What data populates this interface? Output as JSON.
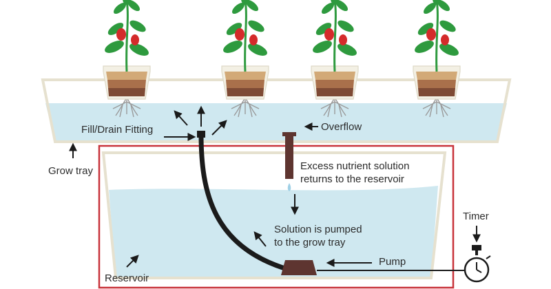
{
  "labels": {
    "fill_drain": "Fill/Drain Fitting",
    "overflow": "Overflow",
    "grow_tray": "Grow tray",
    "excess_line1": "Excess nutrient solution",
    "excess_line2": "returns to the reservoir",
    "timer": "Timer",
    "pumped_line1": "Solution is pumped",
    "pumped_line2": "to the grow tray",
    "pump": "Pump",
    "reservoir": "Reservoir"
  },
  "colors": {
    "water": "#cfe8f0",
    "tray_outline": "#e6e1cf",
    "reservoir_frame": "#c8333a",
    "pot": "#f3f0e4",
    "soil_light": "#d2a977",
    "soil_mid": "#a9704b",
    "soil_dark": "#7e4a35",
    "leaf": "#2e9a3e",
    "pepper": "#d42b2b",
    "pipe": "#1b1b1b",
    "overflow_pipe": "#5e3530",
    "pump_body": "#5e3530"
  }
}
